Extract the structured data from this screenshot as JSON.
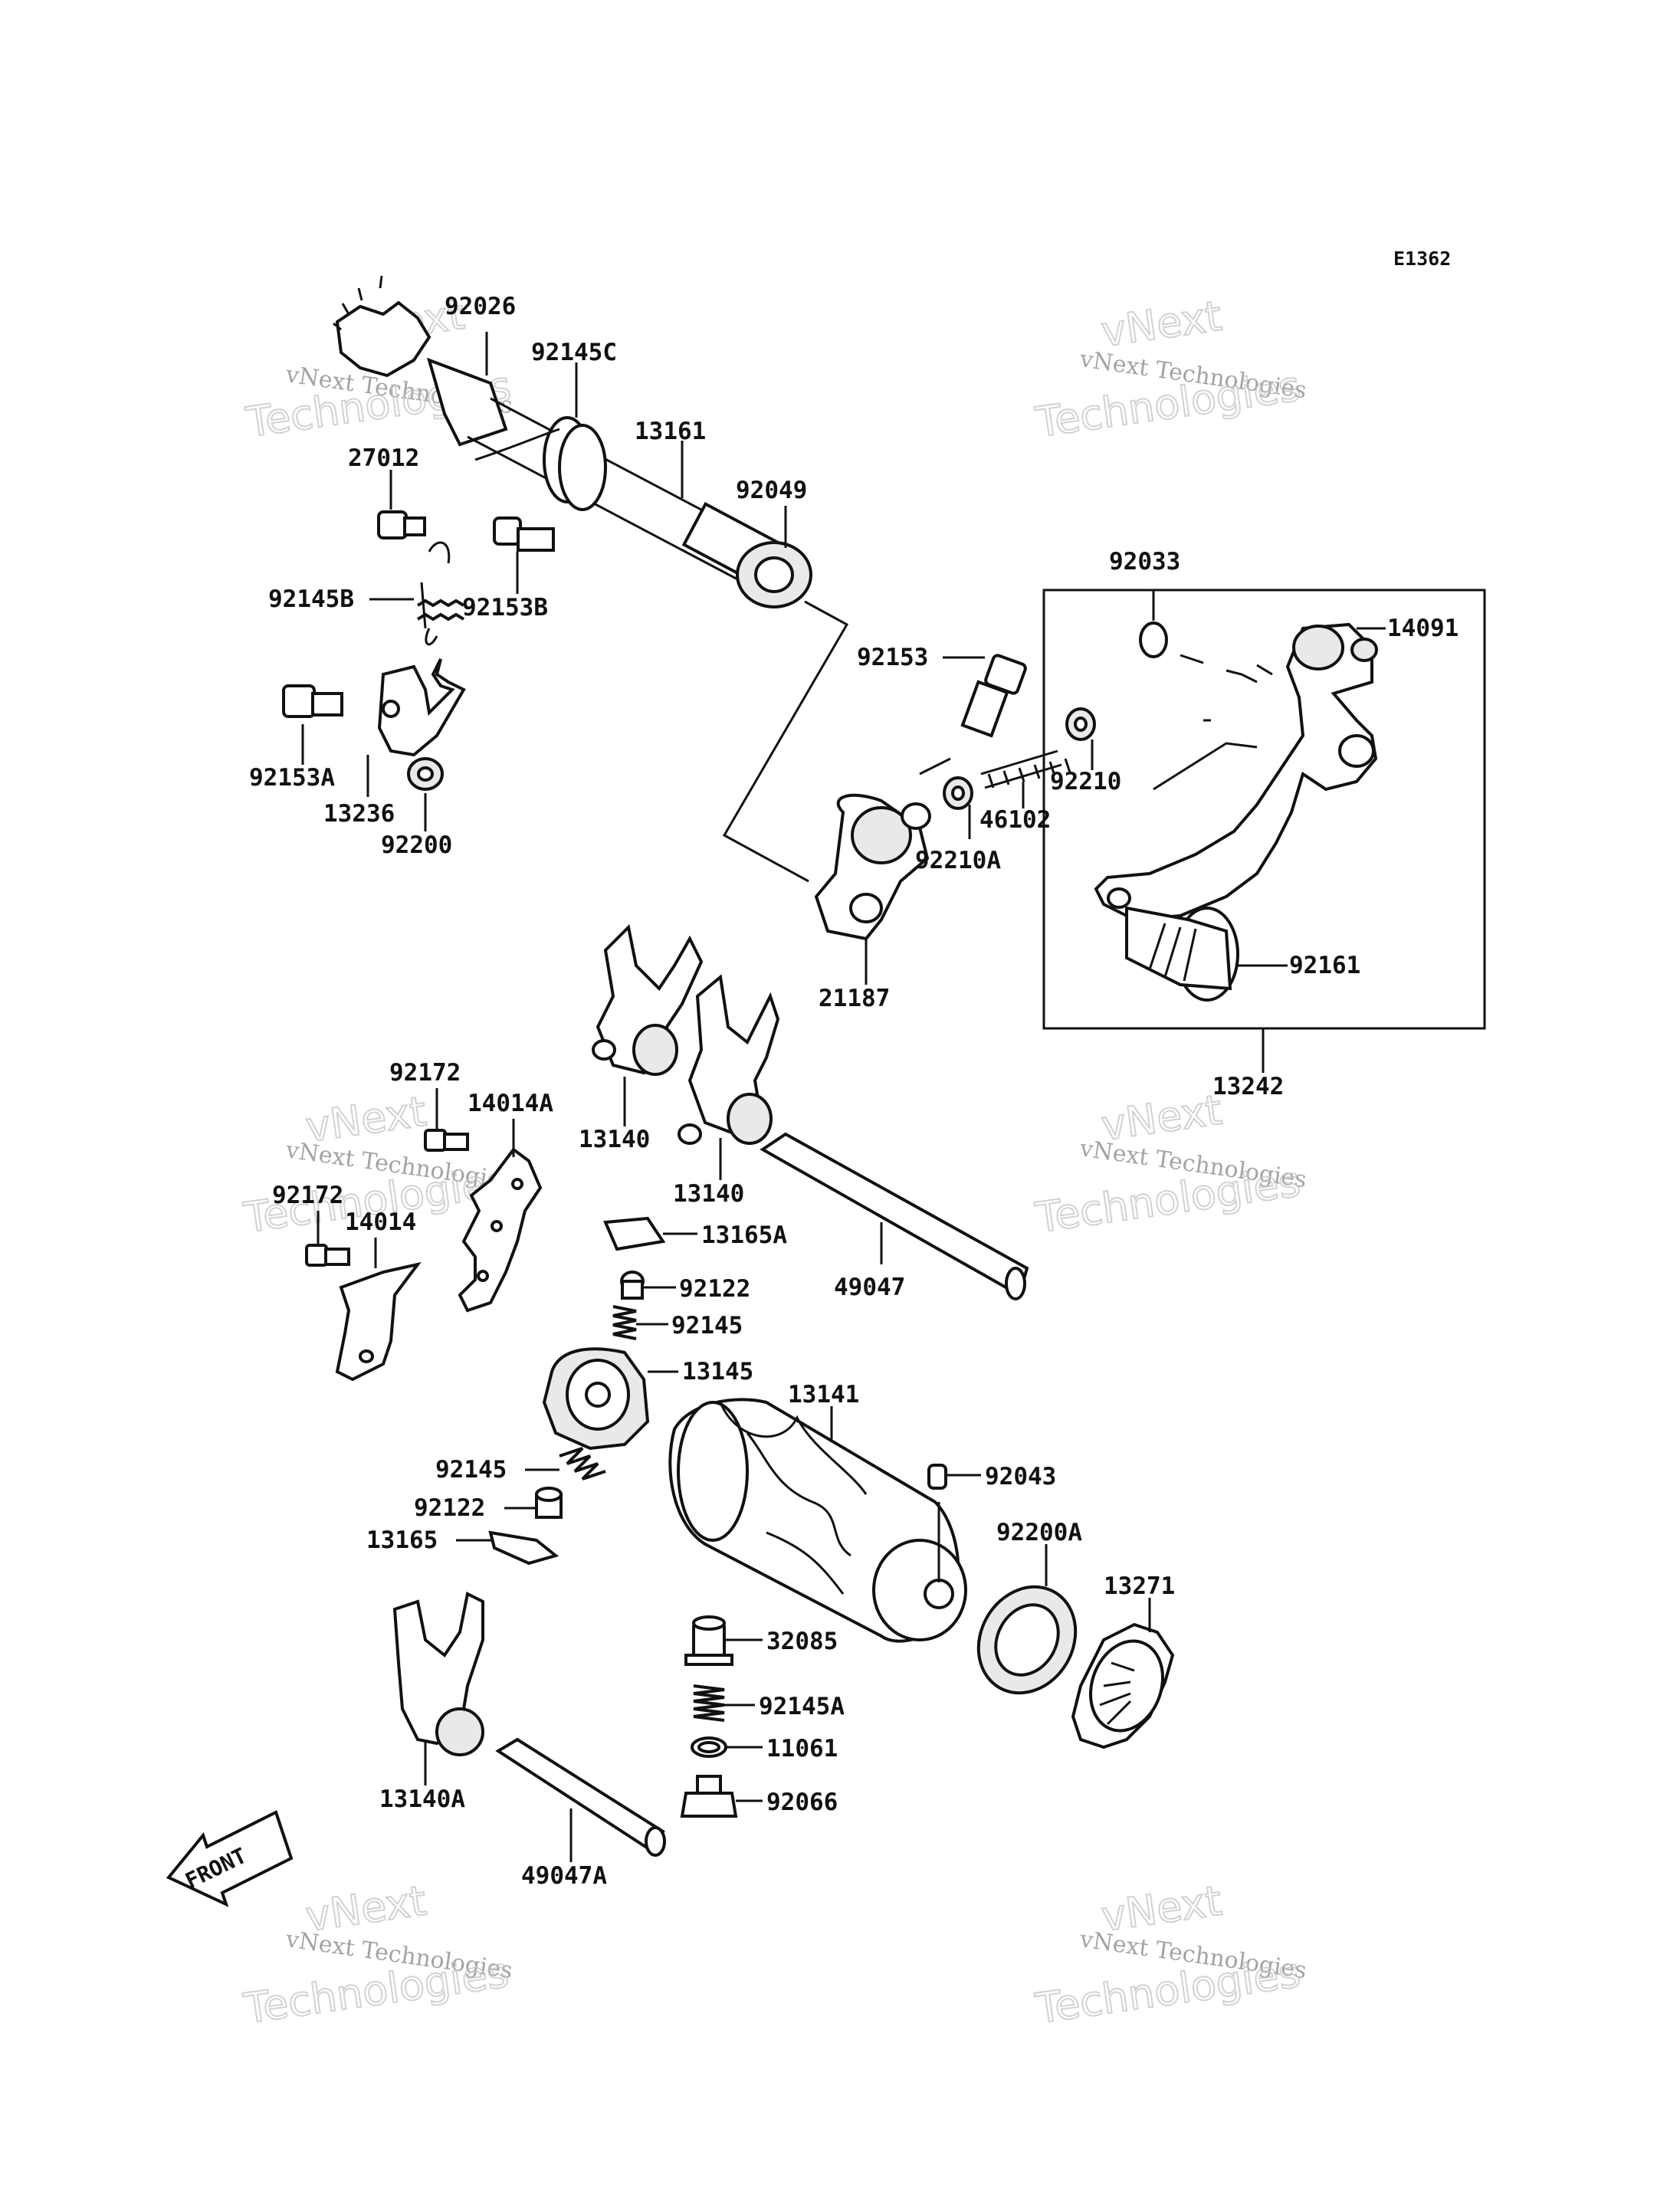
{
  "diagram_code": "E1362",
  "front_label": "FRONT",
  "watermark": {
    "line1": "vNext Technologies",
    "big_a": "vNext",
    "big_b": "Technologies"
  },
  "labels": [
    "92026",
    "92145C",
    "13161",
    "92049",
    "27012",
    "92145B",
    "92153B",
    "92153A",
    "13236",
    "92200",
    "92033",
    "14091",
    "92153",
    "92210",
    "46102",
    "92210A",
    "21187",
    "92161",
    "13242",
    "92172",
    "14014A",
    "13140",
    "13140",
    "92172",
    "14014",
    "13165A",
    "92122",
    "49047",
    "92145",
    "13145",
    "13141",
    "92145",
    "92043",
    "92122",
    "13165",
    "92200A",
    "13271",
    "32085",
    "92145A",
    "11061",
    "92066",
    "13140A",
    "49047A"
  ]
}
